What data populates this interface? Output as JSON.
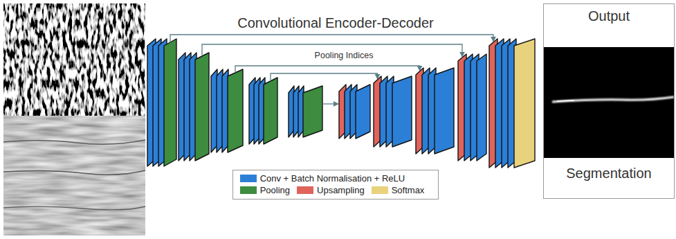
{
  "diagram": {
    "title": "Convolutional Encoder-Decoder",
    "nodes": [
      {
        "text": [
          "Output",
          "Segmentation"
        ]
      }
    ],
    "labels": [
      "Pooling Indices"
    ],
    "legend": [
      {
        "text": "Conv + Batch Normalisation + ReLU",
        "color": "#2c7fd6"
      },
      {
        "text": "Pooling",
        "color": "#3d8c40"
      },
      {
        "text": "Upsampling",
        "color": "#e0645c"
      },
      {
        "text": "Softmax",
        "color": "#e9d27c"
      }
    ]
  }
}
